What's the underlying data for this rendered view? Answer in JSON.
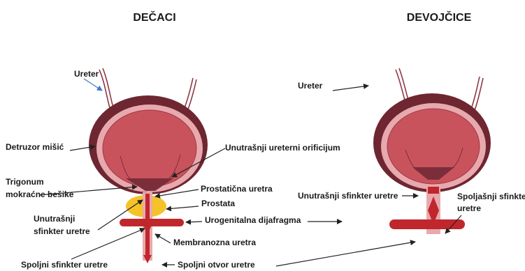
{
  "headings": {
    "boys": "DEČACI",
    "girls": "DEVOJČICE"
  },
  "boys_labels": {
    "ureter": "Ureter",
    "detrusor": "Detruzor mišić",
    "ureteral_orifice": "Unutrašnji ureterni orificijum",
    "trigone_line1": "Trigonum",
    "trigone_line2": "mokraćne bešike",
    "prostatic_urethra": "Prostatična uretra",
    "prostate": "Prostata",
    "internal_sphincter_line1": "Unutrašnji",
    "internal_sphincter_line2": "sfinkter uretre",
    "urogenital_diaphragm": "Urogenitalna dijafragma",
    "membranous_urethra": "Membranozna uretra",
    "external_sphincter": "Spoljni sfinkter uretre",
    "external_orifice": "Spoljni otvor uretre"
  },
  "girls_labels": {
    "ureter": "Ureter",
    "internal_sphincter": "Unutrašnji sfinkter uretre",
    "external_sphincter_line1": "Spoljašnji sfinkter",
    "external_sphincter_line2": "uretre"
  },
  "colors": {
    "bladder_outer": "#6e2630",
    "bladder_wall": "#e8a9ae",
    "bladder_lumen": "#c9535c",
    "trigone": "#7b2e3a",
    "urethra_red": "#c0272d",
    "prostate": "#f5c227",
    "arrow": "#222222",
    "ureter_arrow_blue": "#3a78c8"
  }
}
